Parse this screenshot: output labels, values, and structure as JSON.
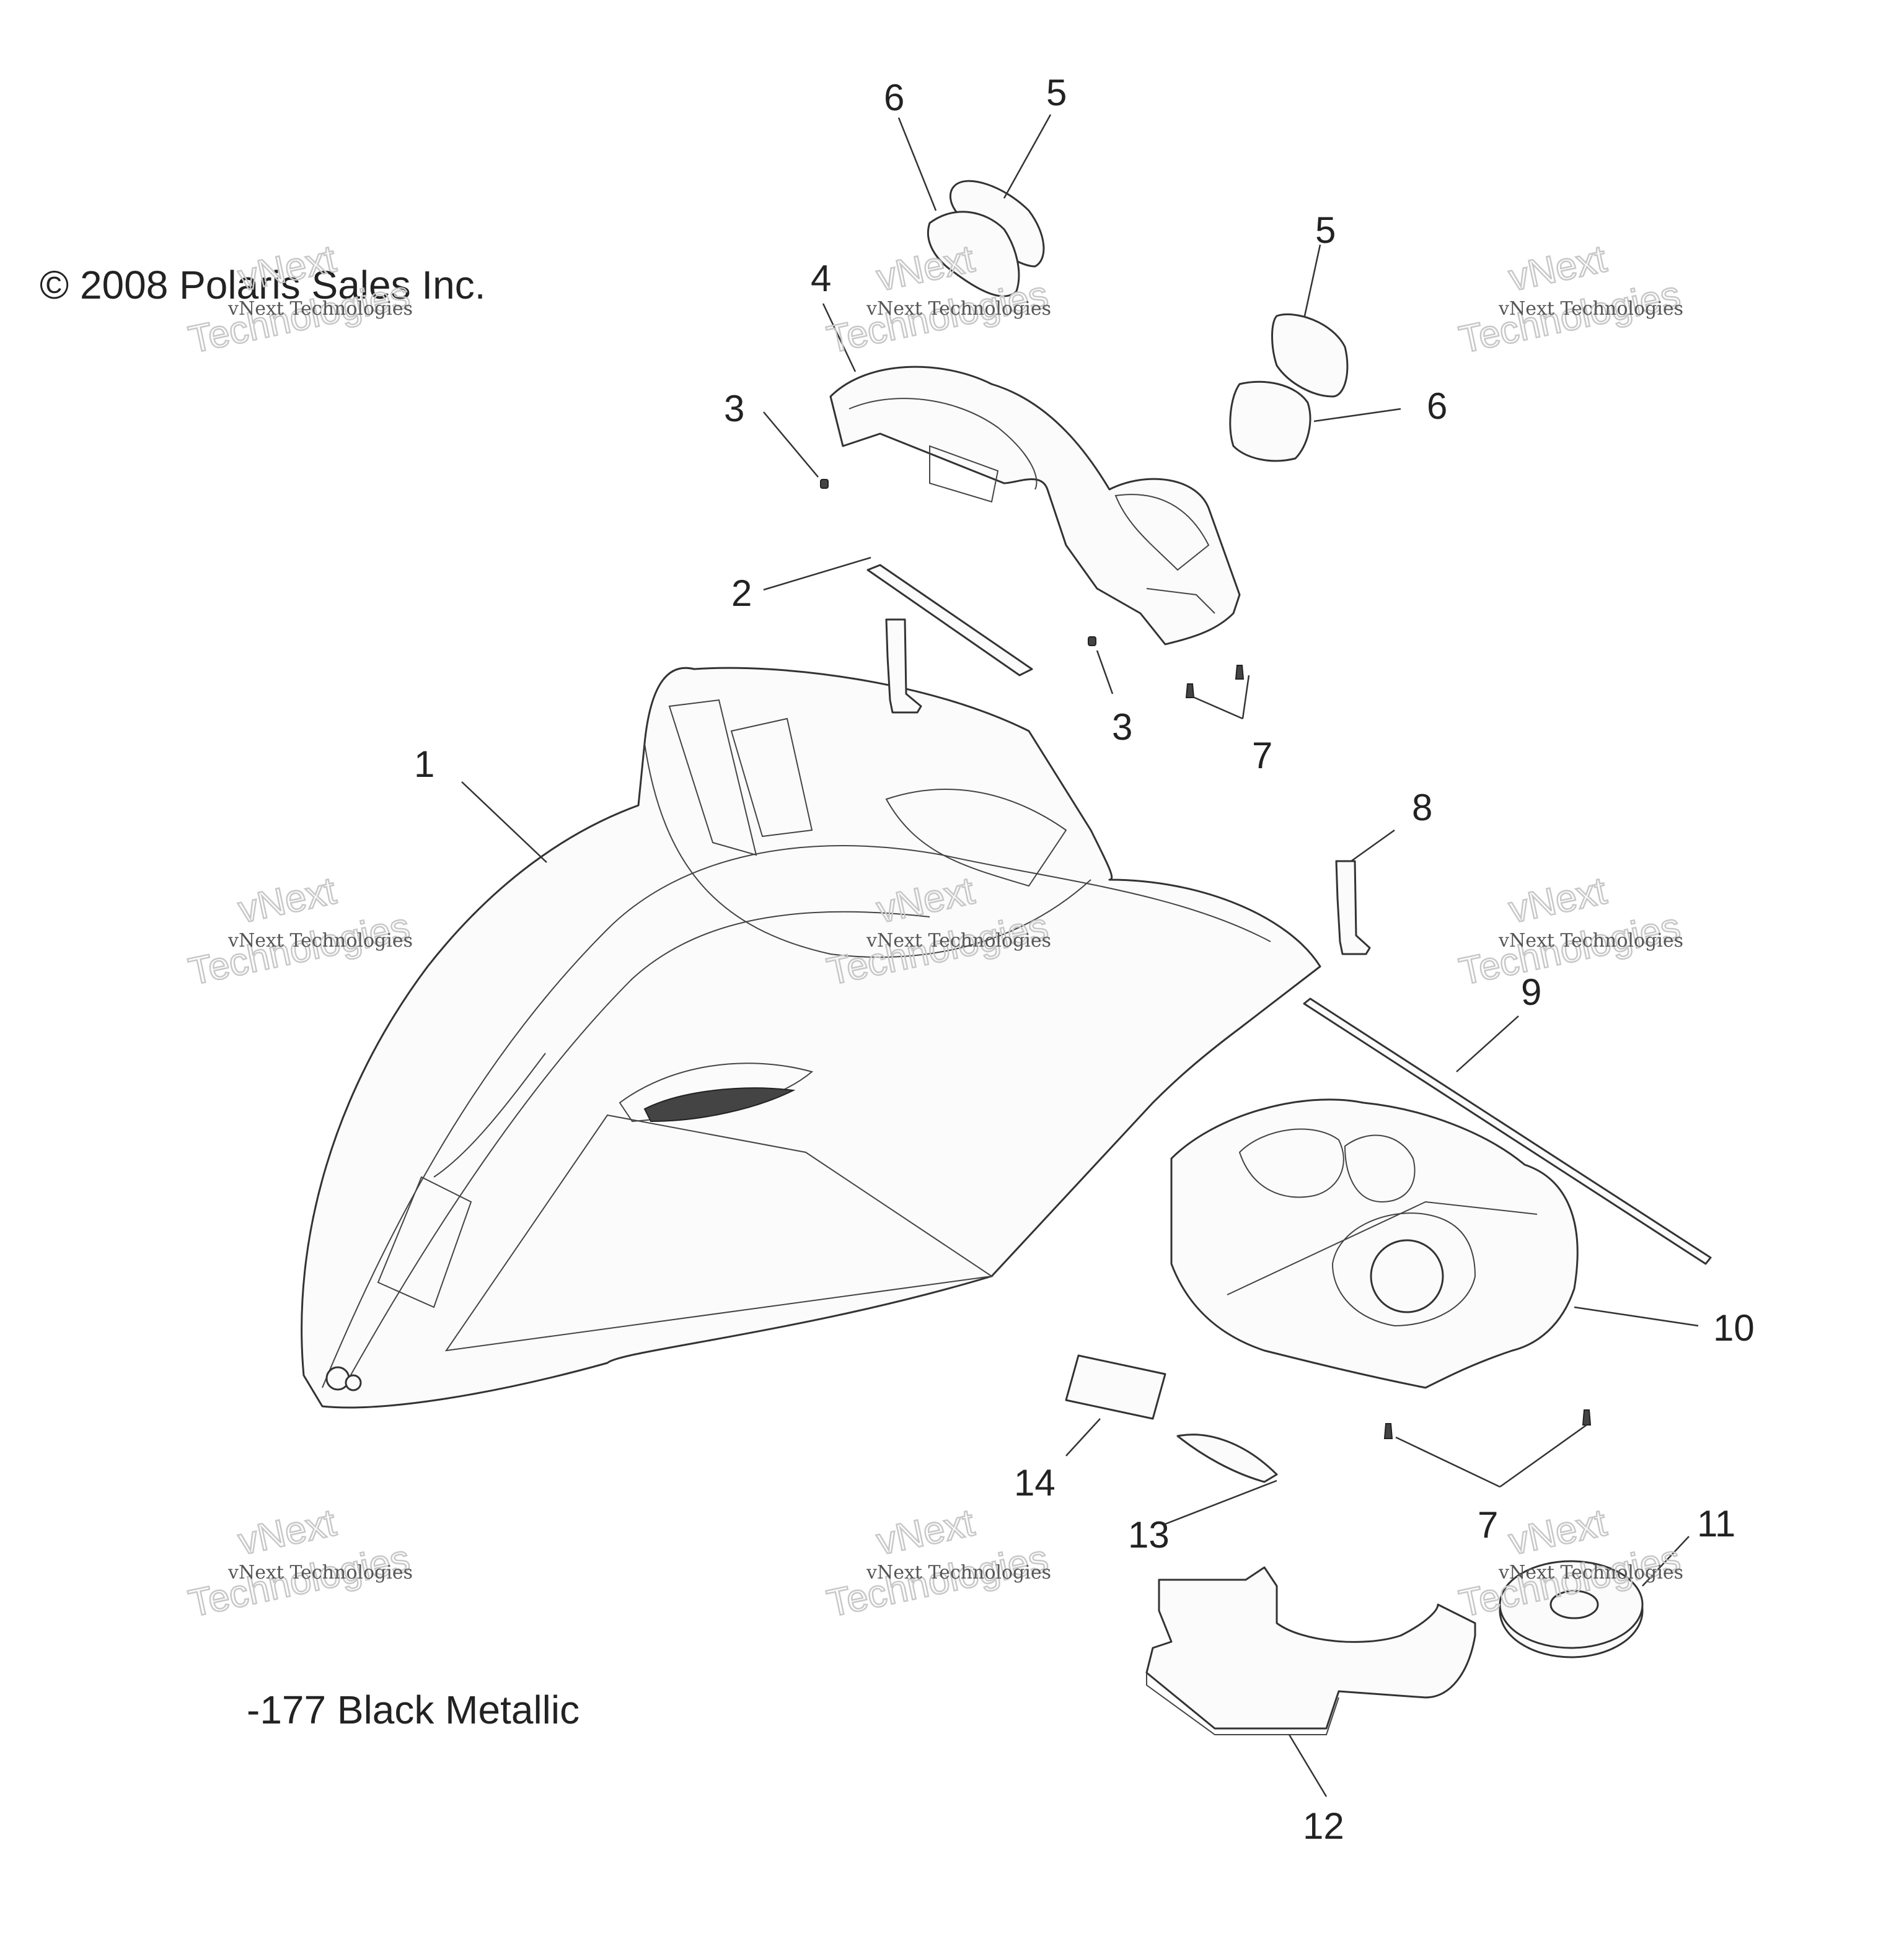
{
  "copyright": "© 2008 Polaris Sales Inc.",
  "color_note": "-177 Black Metallic",
  "watermark": {
    "small": "vNext Technologies",
    "big_top": "vNext",
    "big_bottom": "Technologies"
  },
  "callouts": [
    {
      "id": "c1",
      "label": "1"
    },
    {
      "id": "c2",
      "label": "2"
    },
    {
      "id": "c3a",
      "label": "3"
    },
    {
      "id": "c3b",
      "label": "3"
    },
    {
      "id": "c4",
      "label": "4"
    },
    {
      "id": "c5a",
      "label": "5"
    },
    {
      "id": "c5b",
      "label": "5"
    },
    {
      "id": "c6a",
      "label": "6"
    },
    {
      "id": "c6b",
      "label": "6"
    },
    {
      "id": "c7a",
      "label": "7"
    },
    {
      "id": "c7b",
      "label": "7"
    },
    {
      "id": "c8",
      "label": "8"
    },
    {
      "id": "c9",
      "label": "9"
    },
    {
      "id": "c10",
      "label": "10"
    },
    {
      "id": "c11",
      "label": "11"
    },
    {
      "id": "c12",
      "label": "12"
    },
    {
      "id": "c13",
      "label": "13"
    },
    {
      "id": "c14",
      "label": "14"
    }
  ]
}
